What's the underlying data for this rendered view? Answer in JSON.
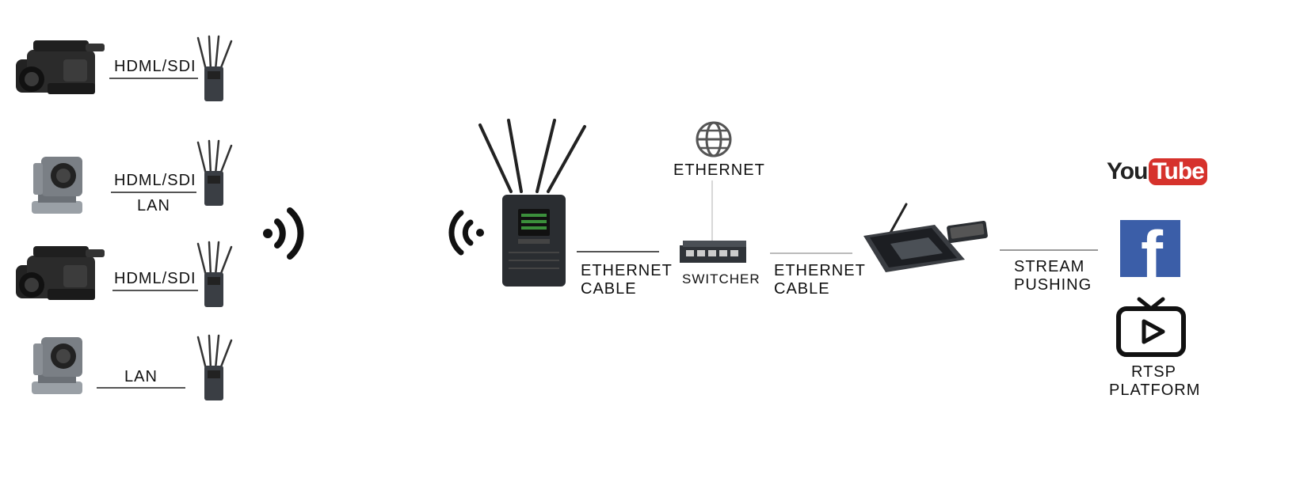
{
  "sources": [
    {
      "device": "camcorder-icon",
      "cable_label": "HDML/SDI",
      "sub_label": ""
    },
    {
      "device": "ptz-camera-icon",
      "cable_label": "HDML/SDI",
      "sub_label": "LAN"
    },
    {
      "device": "camcorder-icon",
      "cable_label": "HDML/SDI",
      "sub_label": ""
    },
    {
      "device": "ptz-camera-icon",
      "cable_label": "LAN",
      "sub_label": ""
    }
  ],
  "network": {
    "top_label": "ETHERNET",
    "cable_left_line1": "ETHERNET",
    "cable_left_line2": "CABLE",
    "switcher_label": "SWITCHER",
    "cable_right_line1": "ETHERNET",
    "cable_right_line2": "CABLE"
  },
  "output": {
    "stream_line1": "STREAM",
    "stream_line2": "PUSHING",
    "youtube_you": "You",
    "youtube_tube": "Tube",
    "facebook_letter": "f",
    "rtsp_line1": "RTSP",
    "rtsp_line2": "PLATFORM"
  },
  "colors": {
    "youtube_red": "#d6322c",
    "facebook_blue": "#3b5ea8",
    "device_dark": "#2a2d31",
    "line_gray": "#555555"
  }
}
